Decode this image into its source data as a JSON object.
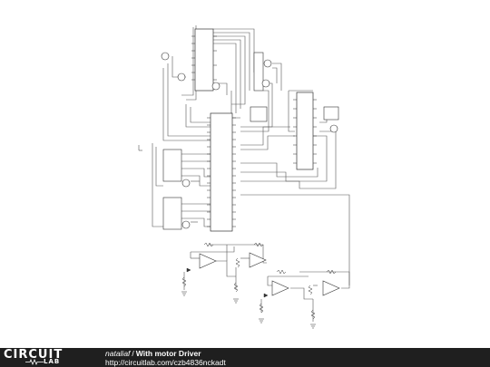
{
  "branding": {
    "circuit": "CIRCUIT",
    "lab": "LAB"
  },
  "project": {
    "author": "nataliaf",
    "separator": "/",
    "title": "With motor Driver",
    "url": "http://circuitlab.com/czb4836nckadt"
  },
  "colors": {
    "wire": "#555555",
    "component": "#333333",
    "footer_bg": "#1f1f1f",
    "footer_text": "#ffffff"
  }
}
